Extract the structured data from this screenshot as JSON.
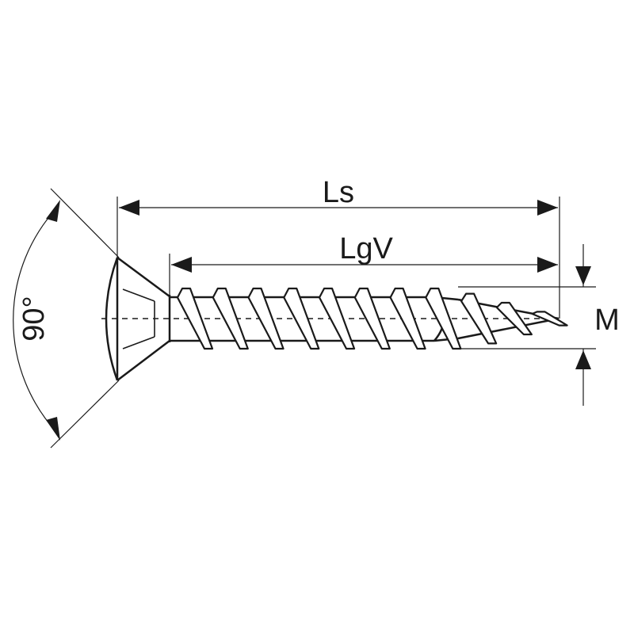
{
  "diagram": {
    "labels": {
      "overall_length": "Ls",
      "thread_length": "LgV",
      "diameter": "M",
      "head_angle": "90°"
    },
    "thread_turns": 11,
    "colors": {
      "line": "#1a1a1a",
      "background": "#ffffff"
    }
  }
}
